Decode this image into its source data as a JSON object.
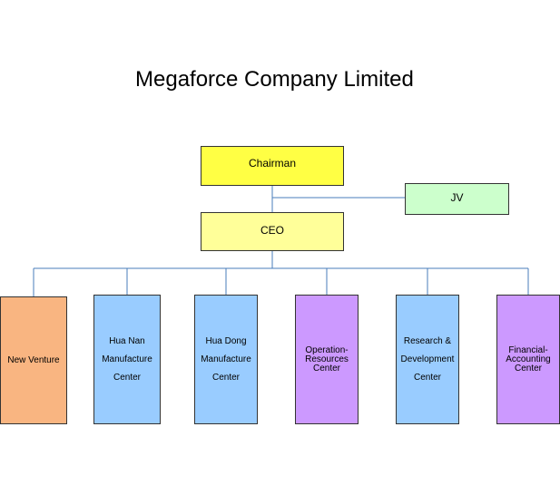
{
  "title": "Megaforce Company Limited",
  "nodes": {
    "chairman": "Chairman",
    "jv": "JV",
    "ceo": "CEO",
    "new_venture": "New Venture",
    "hua_nan": [
      "Hua Nan",
      "Manufacture",
      "Center"
    ],
    "hua_dong": [
      "Hua Dong",
      "Manufacture",
      "Center"
    ],
    "operation_resources": [
      "Operation-",
      "Resources",
      "Center"
    ],
    "research_development": [
      "Research &",
      "Development",
      "Center"
    ],
    "financial_accounting": [
      "Financial-",
      "Accounting",
      "Center"
    ]
  },
  "colors": {
    "chairman": "#ffff44",
    "ceo": "#ffff99",
    "jv": "#ccffcc",
    "new_venture": "#f9b581",
    "manufacture_rd": "#99ccff",
    "operation_financial": "#cc99ff",
    "connector": "#4a7ebb"
  }
}
